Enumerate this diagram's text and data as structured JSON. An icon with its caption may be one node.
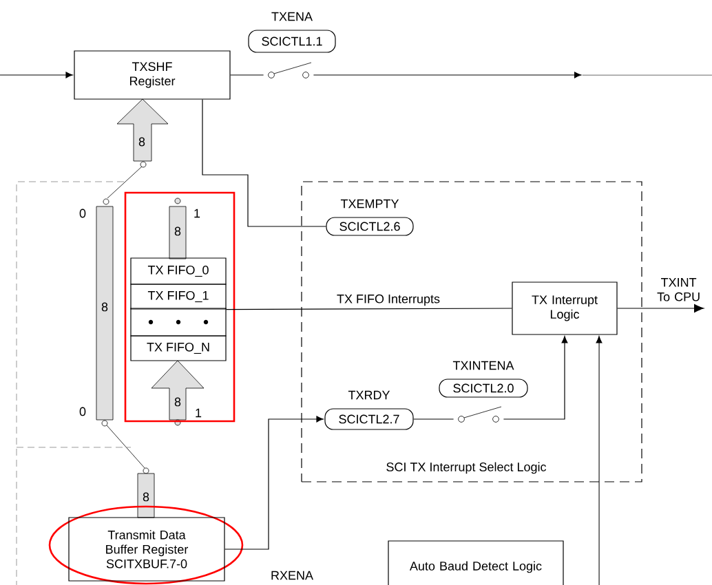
{
  "diagram": {
    "nodes": [
      {
        "text": [
          "TXSHF Register"
        ]
      },
      {
        "text": [
          "TXENA",
          "SCICTL1.1"
        ]
      },
      {
        "text": [],
        "shape": "box"
      },
      {
        "text": [
          "TX FIFO_0"
        ],
        "in": 2
      },
      {
        "text": [
          "TX FIFO_1"
        ],
        "in": 2
      },
      {
        "text": [],
        "shape": "box",
        "in": 2
      },
      {
        "text": [
          "TX FIFO_N"
        ],
        "in": 2
      },
      {
        "text": [
          "SCI TX Interrupt Select Logic"
        ]
      },
      {
        "text": [
          "TXEMPTY",
          "SCICTL2.6"
        ],
        "in": 7
      },
      {
        "text": [
          "TX Interrupt Logic"
        ],
        "in": 7
      },
      {
        "text": [
          "TXRDY",
          "SCICTL2.7"
        ],
        "in": 7
      },
      {
        "text": [
          "TXINTENA",
          "SCICTL2.0"
        ],
        "in": 7
      },
      {
        "text": [
          "Transmit Data Buffer Register",
          "SCITXBUF.7-0"
        ]
      },
      {
        "text": [
          "Auto Baud Detect Logic"
        ]
      },
      {
        "text": [],
        "shape": "switch"
      },
      {
        "text": [],
        "shape": "switch",
        "in": 7
      },
      {
        "text": [
          "TXINT To CPU"
        ]
      }
    ],
    "edges": [
      {
        "from": null,
        "to": 0,
        "arrow": "to"
      },
      {
        "from": 14,
        "to": null,
        "arrow": "to"
      },
      {
        "from": 0,
        "to": 8,
        "arrow": "none"
      },
      {
        "from": 4,
        "to": 9,
        "arrow": "none",
        "label": "TX FIFO Interrupts"
      },
      {
        "from": 12,
        "to": 10,
        "arrow": "to"
      },
      {
        "from": 15,
        "to": 9,
        "arrow": "to"
      },
      {
        "from": null,
        "to": 9,
        "arrow": "to"
      },
      {
        "from": 9,
        "to": 16,
        "arrow": "to"
      },
      {
        "from": 0,
        "to": 14,
        "arrow": "none"
      },
      {
        "from": 10,
        "to": 15,
        "arrow": "none"
      }
    ],
    "labels": [
      "8",
      "0",
      "8",
      "1",
      "8",
      "8",
      "1",
      "0",
      "8",
      "RXENA"
    ]
  }
}
